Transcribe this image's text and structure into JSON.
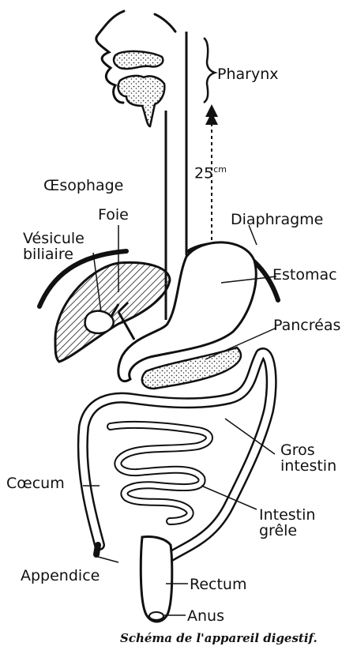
{
  "labels": {
    "pharynx": "Pharynx",
    "distance": "25",
    "distance_unit": "cm",
    "oesophage": "Œsophage",
    "foie": "Foie",
    "vesicule_line1": "Vésicule",
    "vesicule_line2": "biliaire",
    "diaphragme": "Diaphragme",
    "estomac": "Estomac",
    "pancreas": "Pancréas",
    "gros_line1": "Gros",
    "gros_line2": "intestin",
    "coecum": "Cœcum",
    "intestin_line1": "Intestin",
    "intestin_line2": "grêle",
    "appendice": "Appendice",
    "rectum": "Rectum",
    "anus": "Anus"
  },
  "caption": "Schéma de l'appareil digestif."
}
